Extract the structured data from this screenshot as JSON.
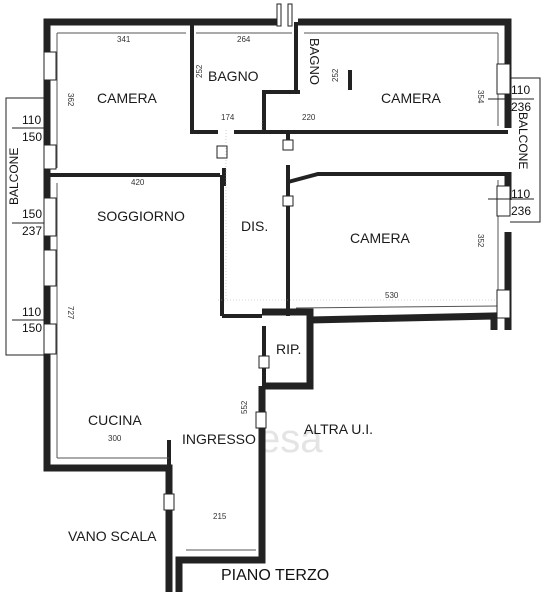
{
  "plan": {
    "title": "PIANO TERZO",
    "rooms": {
      "camera_nw": "CAMERA",
      "bagno": "BAGNO",
      "bagno_small": "BAGNO",
      "camera_ne": "CAMERA",
      "camera_e": "CAMERA",
      "soggiorno": "SOGGIORNO",
      "dis": "DIS.",
      "rip": "RIP.",
      "cucina": "CUCINA",
      "ingresso": "INGRESSO",
      "altra": "ALTRA U.I.",
      "vano_scala": "VANO SCALA"
    },
    "dimensions": {
      "d341": "341",
      "d264": "264",
      "d362": "362",
      "d252a": "252",
      "d252b": "252",
      "d174": "174",
      "d220": "220",
      "d354": "354",
      "d420": "420",
      "d352": "352",
      "d530": "530",
      "d727": "727",
      "d300": "300",
      "d552": "552",
      "d215": "215"
    },
    "balconies": {
      "left_label": "BALCONE",
      "right_label": "BALCONE",
      "l1_top": "110",
      "l1_bottom": "150",
      "l2_top": "150",
      "l2_bottom": "237",
      "l3_top": "110",
      "l3_bottom": "150",
      "r1_top": "110",
      "r1_bottom": "236",
      "r2_top": "110",
      "r2_bottom": "236"
    },
    "watermark": "esa"
  }
}
